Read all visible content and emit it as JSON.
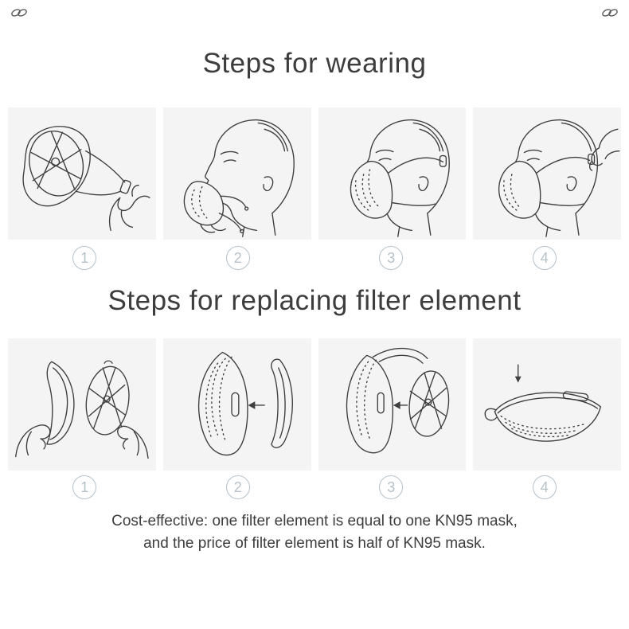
{
  "colors": {
    "background": "#ffffff",
    "panel_background": "#f4f4f4",
    "text": "#3d3d3d",
    "line_art": "#3f3f3f",
    "step_number": "#b5c1c9"
  },
  "section_wearing": {
    "title": "Steps for wearing",
    "steps": [
      {
        "number": "1",
        "illustration": "hands-stretching-mask-straps"
      },
      {
        "number": "2",
        "illustration": "placing-mask-over-mouth"
      },
      {
        "number": "3",
        "illustration": "mask-worn-with-head-strap"
      },
      {
        "number": "4",
        "illustration": "adjusting-strap-behind-head"
      }
    ]
  },
  "section_filter": {
    "title": "Steps for replacing filter element",
    "steps": [
      {
        "number": "1",
        "illustration": "opening-mask-shell-halves"
      },
      {
        "number": "2",
        "illustration": "removing-filter-element-from-shell"
      },
      {
        "number": "3",
        "illustration": "inserting-inner-frame"
      },
      {
        "number": "4",
        "illustration": "closing-assembled-mask"
      }
    ]
  },
  "footer": {
    "line1": "Cost-effective: one filter element is equal to one KN95 mask,",
    "line2": "and the price of filter element is half of KN95 mask."
  }
}
